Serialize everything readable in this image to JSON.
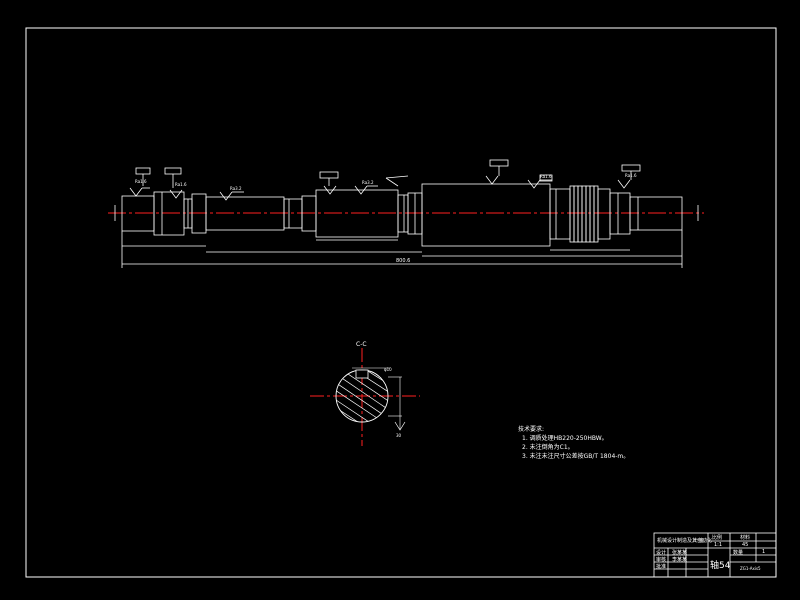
{
  "drawing": {
    "section_label": "C-C",
    "overall_length": "800.6",
    "section_width_dim": "φ10",
    "section_depth_dim": "30"
  },
  "technical_requirements": {
    "title": "技术要求:",
    "items": [
      "1.  调质处理HB220-250HBW。",
      "2.  未注倒角为C1。",
      "3.  未注未注尺寸公差按GB/T 1804-m。"
    ]
  },
  "title_block": {
    "school": "机械设计制造及其自动化",
    "class_label": "一班",
    "scale_label": "比例",
    "scale_value": "1:1",
    "material_label": "材料",
    "material_value": "45",
    "quantity_label": "数量",
    "quantity_value": "1",
    "design_label": "设计",
    "check_label": "审核",
    "approve_label": "批准",
    "designer": "张某某",
    "checker": "李某某",
    "part_name": "轴54",
    "drawing_no": "ZG1-Axis5"
  },
  "colors": {
    "background": "#000000",
    "line": "#ffffff",
    "centerline": "#ff0000",
    "dimension": "#ffffff"
  }
}
